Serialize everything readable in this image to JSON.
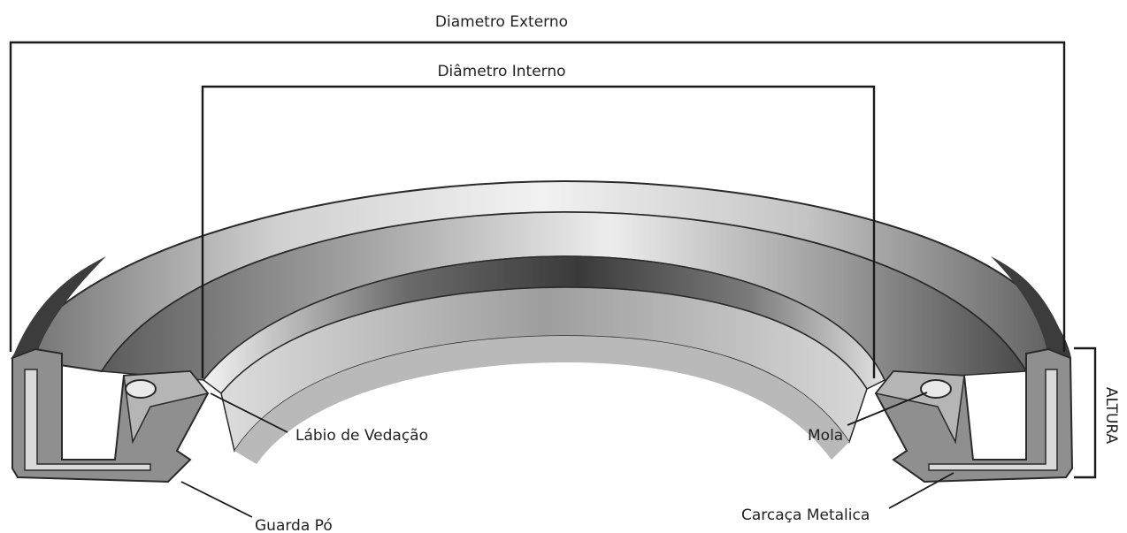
{
  "labels": {
    "outer_diameter": "Diametro Externo",
    "inner_diameter": "Diâmetro Interno",
    "height": "ALTURA",
    "sealing_lip": "Lábio de Vedação",
    "spring": "Mola",
    "dust_guard": "Guarda Pó",
    "metal_case": "Carcaça Metalica"
  },
  "colors": {
    "outline": "#2a2a2a",
    "rubber_dark": "#3f3f3f",
    "rubber_mid": "#8c8c8c",
    "rubber_light": "#e6e6e6",
    "metal": "#bdbdbd",
    "background": "#ffffff"
  }
}
